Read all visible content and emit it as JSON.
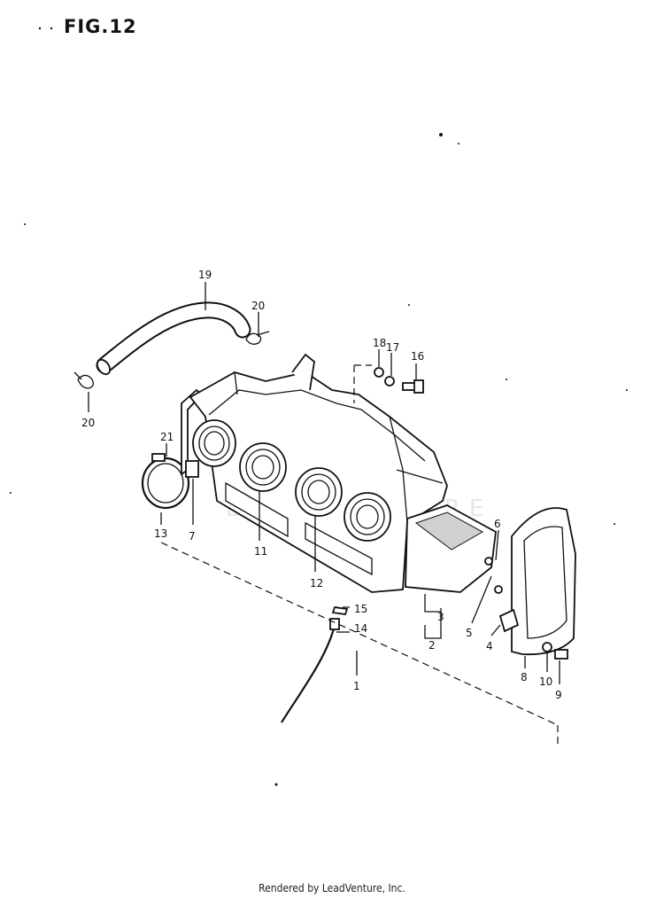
{
  "figure": {
    "title": "FIG.12"
  },
  "footer": {
    "text": "Rendered by LeadVenture, Inc."
  },
  "callouts": [
    "1",
    "2",
    "3",
    "4",
    "5",
    "6",
    "7",
    "8",
    "9",
    "10",
    "11",
    "12",
    "13",
    "14",
    "15",
    "16",
    "17",
    "18",
    "19",
    "20",
    "20",
    "21"
  ]
}
